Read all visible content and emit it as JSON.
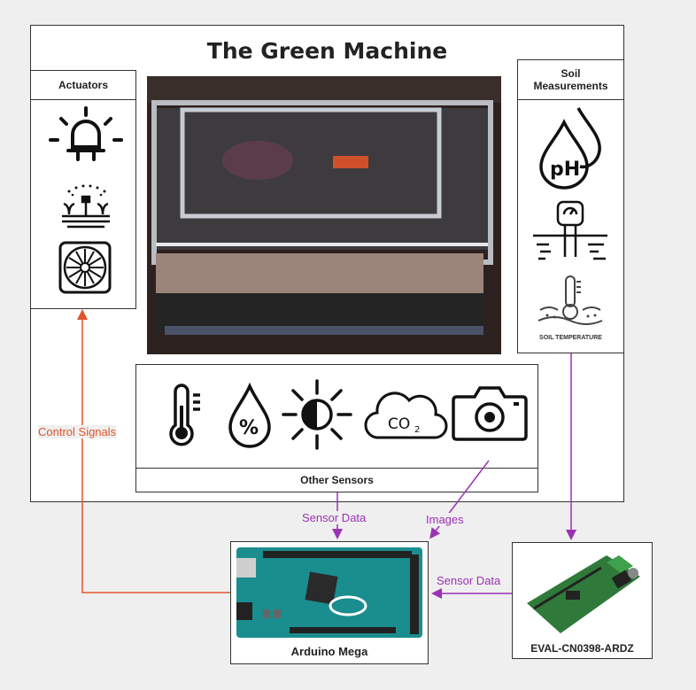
{
  "title": "The Green Machine",
  "actuators": {
    "header": "Actuators",
    "icons": [
      "light-bulb-icon",
      "sprinkler-icon",
      "fan-icon"
    ]
  },
  "soil": {
    "header": "Soil Measurements",
    "temp_caption": "SOIL TEMPERATURE",
    "ph_text": "pH"
  },
  "other_sensors": {
    "header": "Other Sensors",
    "co2_text": "CO",
    "co2_sub": "2"
  },
  "boards": {
    "arduino": "Arduino Mega",
    "eval": "EVAL-CN0398-ARDZ"
  },
  "edges": {
    "control": "Control Signals",
    "sensor_data_top": "Sensor Data",
    "images": "Images",
    "sensor_data_right": "Sensor Data"
  },
  "colors": {
    "control": "#e0552b",
    "data": "#9b32b5"
  }
}
